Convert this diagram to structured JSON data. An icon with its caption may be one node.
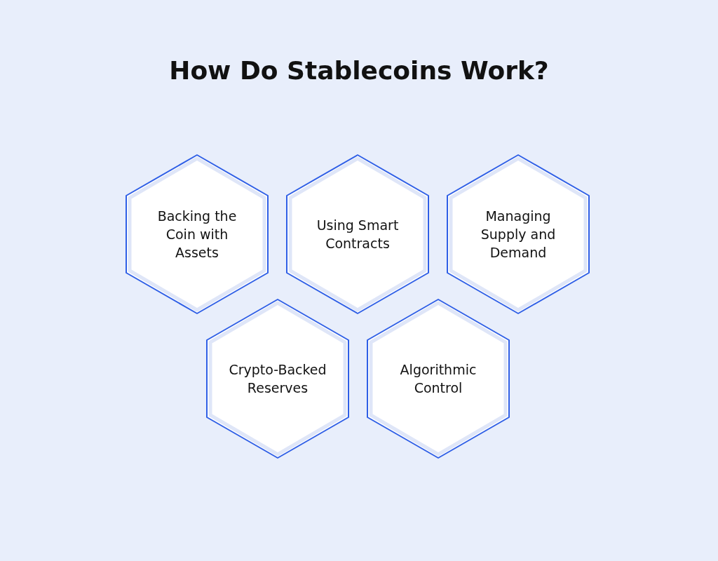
{
  "diagram": {
    "title": "How Do Stablecoins Work?",
    "nodes": [
      {
        "text": [
          "Backing the Coin with Assets"
        ]
      },
      {
        "text": [
          "Using Smart Contracts"
        ]
      },
      {
        "text": [
          "Managing Supply and Demand"
        ]
      },
      {
        "text": [
          "Crypto-Backed Reserves"
        ]
      },
      {
        "text": [
          "Algorithmic Control"
        ]
      }
    ]
  }
}
